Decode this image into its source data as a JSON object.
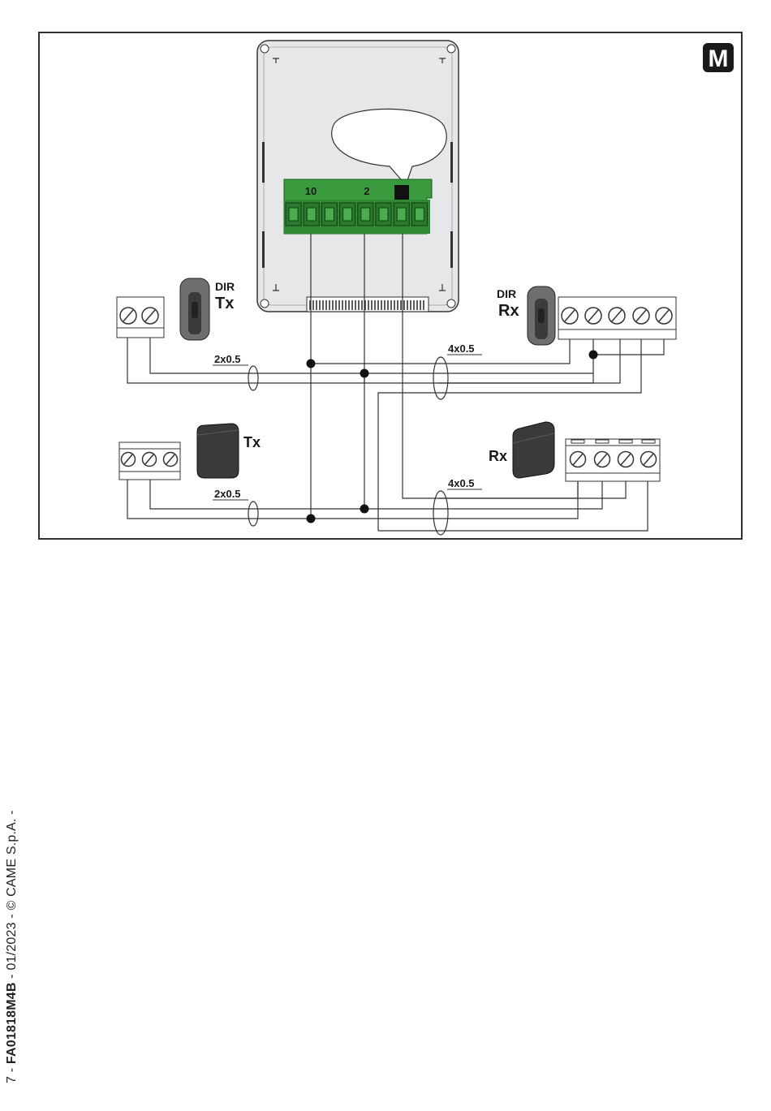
{
  "badge": {
    "letter": "M"
  },
  "terminals": {
    "t10": "10",
    "t2": "2"
  },
  "devices": {
    "dir_tx": {
      "line1": "DIR",
      "line2": "Tx"
    },
    "dir_rx": {
      "line1": "DIR",
      "line2": "Rx"
    },
    "tx": {
      "label": "Tx"
    },
    "rx": {
      "label": "Rx"
    }
  },
  "cables": {
    "upper_left": "2x0.5",
    "upper_right": "4x0.5",
    "lower_left": "2x0.5",
    "lower_right": "4x0.5"
  },
  "footer": {
    "page": "7",
    "sep1": " - ",
    "code": "FA01818M4B",
    "rest": " - 01/2023 - © CAME S.p.A. -"
  },
  "colors": {
    "board": "#e8e9ea",
    "terminal_green": "#3a9a3e",
    "terminal_dark_green": "#2a7a2e",
    "device_dark": "#3a3a3a",
    "frame": "#1a1a1a"
  }
}
